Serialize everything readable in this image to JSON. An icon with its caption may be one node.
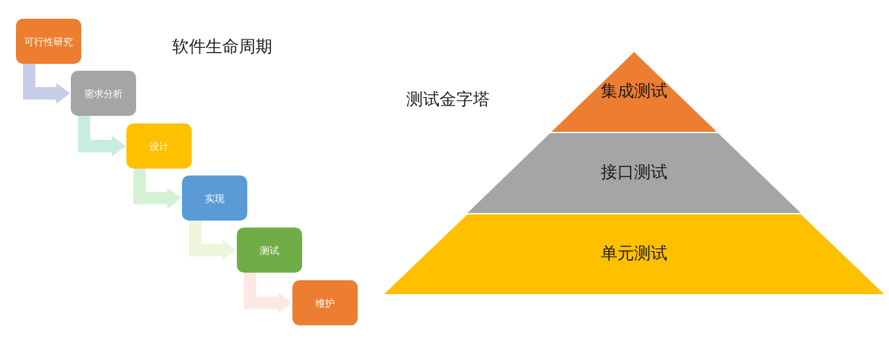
{
  "diagram": {
    "nodes": [
      {
        "text": [
          "可行性研究"
        ]
      },
      {
        "text": [
          "需求分析"
        ]
      },
      {
        "text": [
          "设计"
        ]
      },
      {
        "text": [
          "实现"
        ]
      },
      {
        "text": [
          "测试"
        ]
      },
      {
        "text": [
          "维护"
        ]
      },
      {
        "text": [
          "集成测试"
        ]
      },
      {
        "text": [
          "接口测试"
        ]
      },
      {
        "text": [
          "单元测试"
        ]
      }
    ],
    "edges": [
      {
        "from": 0,
        "to": 1,
        "arrow": "to",
        "color": "#c8cde8"
      },
      {
        "from": 1,
        "to": 2,
        "arrow": "to",
        "color": "#c8ece2"
      },
      {
        "from": 2,
        "to": 3,
        "arrow": "to",
        "color": "#d5f1d3"
      },
      {
        "from": 3,
        "to": 4,
        "arrow": "to",
        "color": "#eef5dd"
      },
      {
        "from": 4,
        "to": 5,
        "arrow": "to",
        "color": "#fce8e5"
      }
    ],
    "labels": [
      "软件生命周期",
      "测试金字塔"
    ]
  }
}
